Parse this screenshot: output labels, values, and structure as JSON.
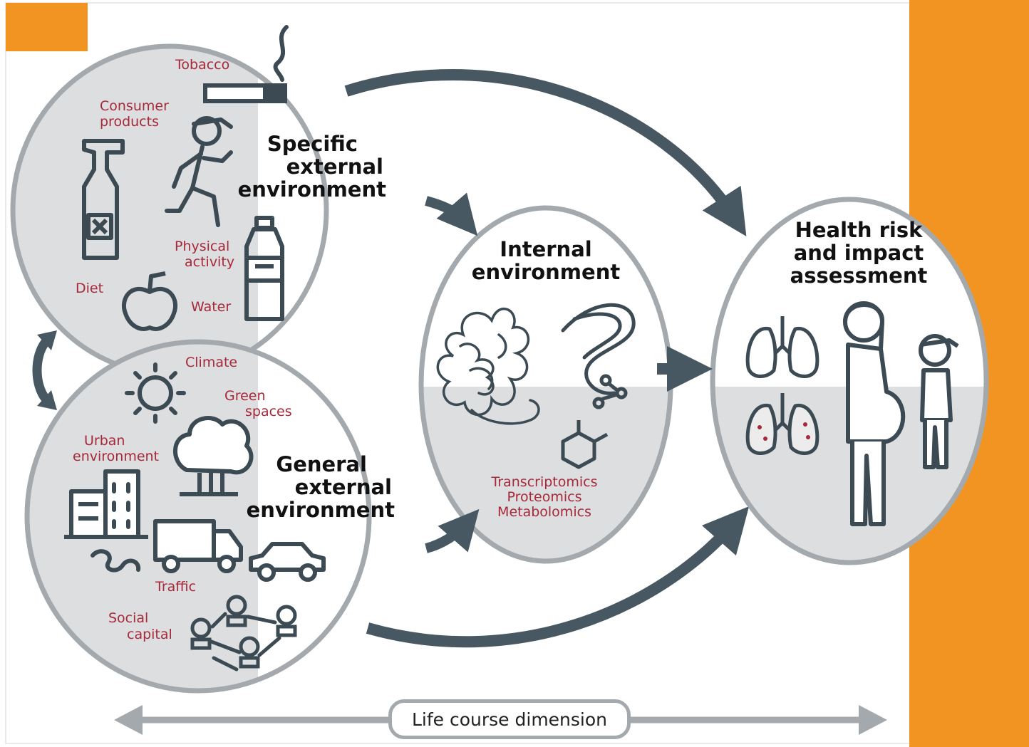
{
  "specific": {
    "title_lines": [
      "Specific",
      "external",
      "environment"
    ],
    "tobacco": "Tobacco",
    "consumer_lines": [
      "Consumer",
      "products"
    ],
    "physical_lines": [
      "Physical",
      "activity"
    ],
    "diet": "Diet",
    "water": "Water"
  },
  "general": {
    "title_lines": [
      "General",
      "external",
      "environment"
    ],
    "climate": "Climate",
    "green_lines": [
      "Green",
      "spaces"
    ],
    "urban_lines": [
      "Urban",
      "environment"
    ],
    "traffic": "Traffic",
    "social_lines": [
      "Social",
      "capital"
    ]
  },
  "internal": {
    "title_lines": [
      "Internal",
      "environment"
    ],
    "omics": [
      "Transcriptomics",
      "Proteomics",
      "Metabolomics"
    ]
  },
  "health": {
    "title_lines": [
      "Health risk",
      "and impact",
      "assessment"
    ]
  },
  "life_course": "Life course dimension",
  "colors": {
    "accent_orange": "#f29421",
    "arrow_dark": "#485862",
    "circle_border": "#a3a9ad",
    "fill_gray": "#dcdee0",
    "label_red": "#a8283a"
  }
}
